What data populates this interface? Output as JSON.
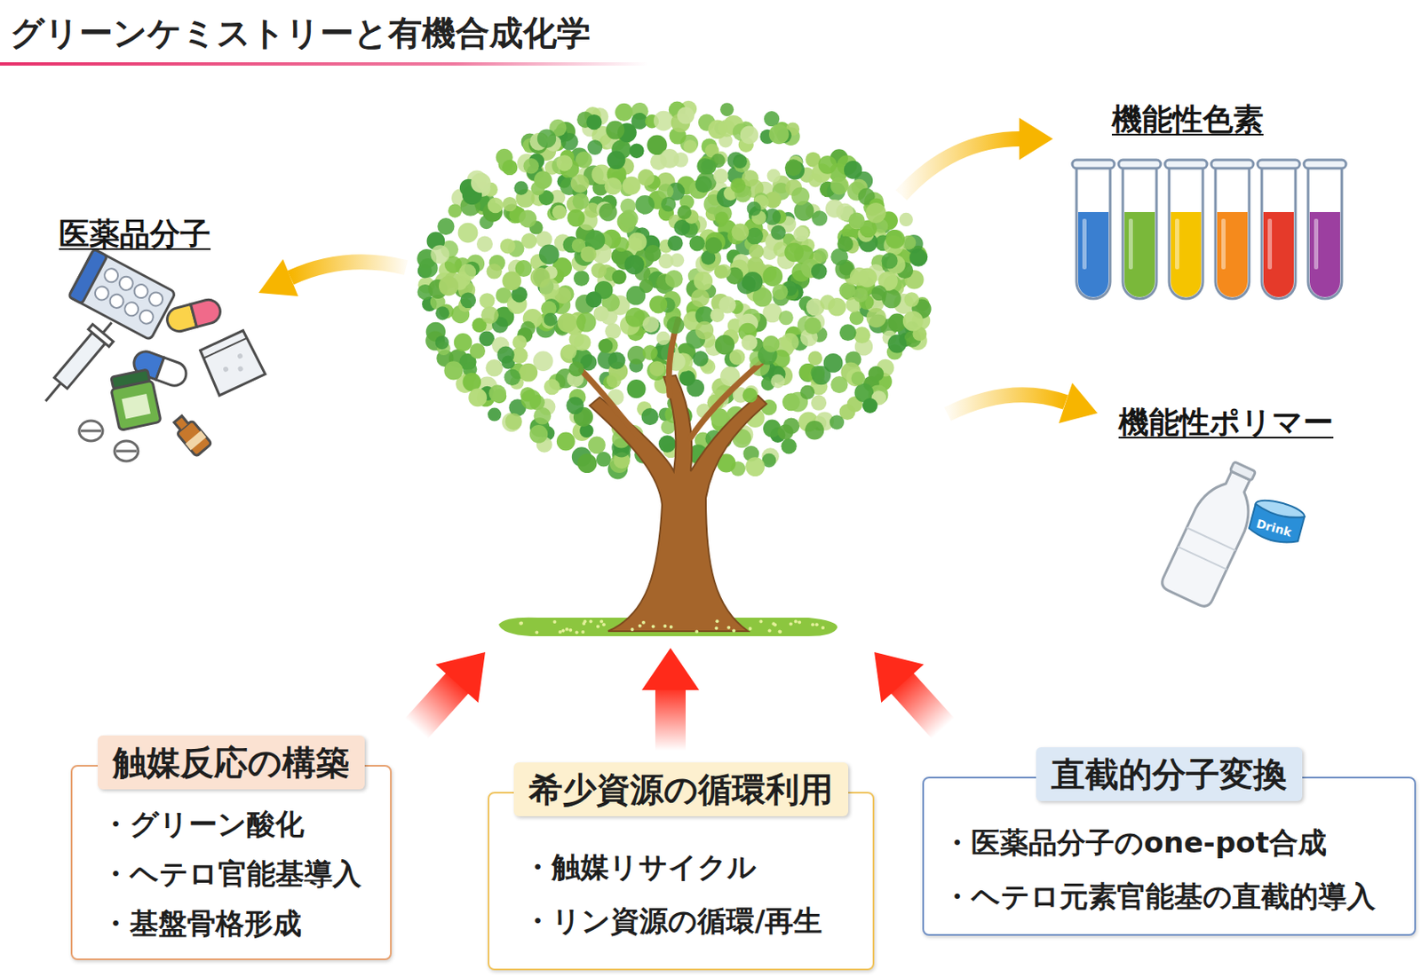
{
  "diagram": {
    "title": "グリーンケミストリーと有機合成化学",
    "nodes": [
      {
        "text": [
          "触媒反応の構築",
          "・グリーン酸化",
          "・ヘテロ官能基導入",
          "・基盤骨格形成"
        ]
      },
      {
        "text": [
          "希少資源の循環利用",
          "・触媒リサイクル",
          "・リン資源の循環/再生"
        ]
      },
      {
        "text": [
          "直截的分子変換",
          "・医薬品分子のone-pot合成",
          "・ヘテロ元素官能基の直截的導入"
        ]
      }
    ],
    "labels": [
      "医薬品分子",
      "機能性色素",
      "機能性ポリマー",
      "Drink"
    ]
  }
}
